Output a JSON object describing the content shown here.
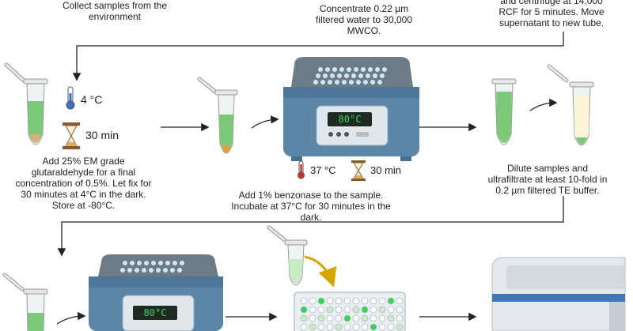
{
  "top": {
    "step1": "Collect samples from the environment",
    "step2": "Concentrate 0.22 µm filtered water to 30,000 MWCO.",
    "step3": "and centrifuge at 14,000 RCF for 5 minutes. Move supernatant to new tube."
  },
  "row1": {
    "fix_temp": "4 °C",
    "fix_time": "30 min",
    "fix_text": "Add 25% EM grade glutaraldehyde for a final concentration of 0.5%. Let fix for 30 minutes at 4°C in the dark. Store at -80°C.",
    "incubator_display": "80°C",
    "incubate_temp": "37 °C",
    "incubate_time": "30 min",
    "benzonase_text": "Add 1% benzonase to the sample. Incubate at 37°C for 30 minutes in the dark.",
    "dilute_text": "Dilute samples and ultrafiltrate at least 10-fold in 0.2 µm filtered TE buffer."
  },
  "row2": {
    "incubator_display": "80°C"
  },
  "colors": {
    "green_liquid": "#7cc97a",
    "incubator_blue": "#5b86a8",
    "display_green": "#3ad15a",
    "arrow": "#222222",
    "gold_arrow": "#d9a400"
  }
}
